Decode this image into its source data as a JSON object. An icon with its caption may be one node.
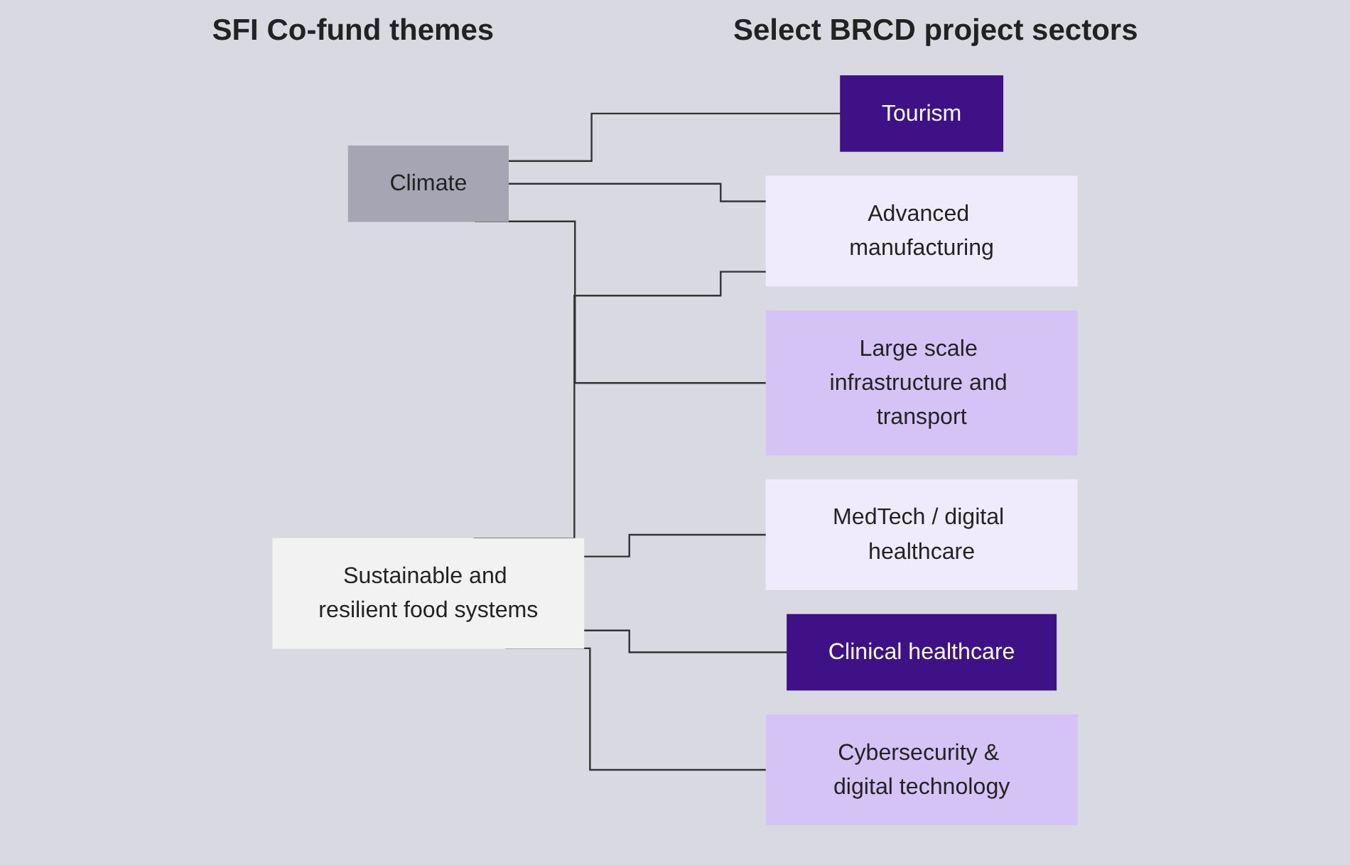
{
  "diagram": {
    "nodes": [
      {
        "text": [
          "Climate"
        ]
      },
      {
        "text": [
          "Sustainable and resilient food systems"
        ]
      },
      {
        "text": [
          "Advanced manufacturing"
        ]
      },
      {
        "text": [
          "Tourism"
        ]
      },
      {
        "text": [
          "Large scale infrastructure and transport"
        ]
      },
      {
        "text": [
          "MedTech / digital healthcare"
        ]
      },
      {
        "text": [
          "Clinical healthcare"
        ]
      },
      {
        "text": [
          "Cybersecurity & digital technology"
        ]
      }
    ],
    "edges": [
      {
        "from": 1,
        "to": 2,
        "arrow": "none"
      },
      {
        "from": 0,
        "to": 2,
        "arrow": "none"
      },
      {
        "from": 0,
        "to": 3,
        "arrow": "none"
      },
      {
        "from": 0,
        "to": 4,
        "arrow": "none"
      },
      {
        "from": 1,
        "to": 5,
        "arrow": "none"
      },
      {
        "from": 1,
        "to": 6,
        "arrow": "none"
      },
      {
        "from": 1,
        "to": 7,
        "arrow": "none"
      }
    ],
    "labels": [
      "SFI Co-fund themes",
      "Select BRCD project sectors"
    ]
  }
}
